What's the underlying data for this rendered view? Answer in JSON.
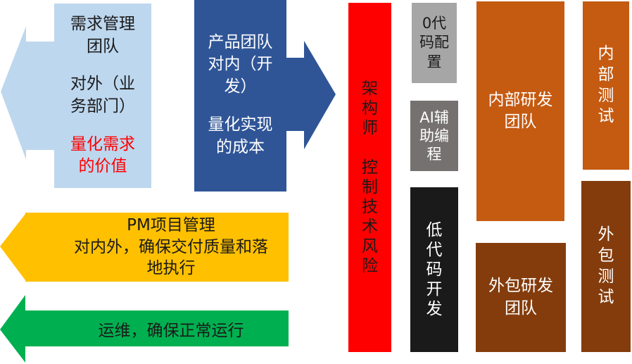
{
  "left_blocks": {
    "demand": {
      "lines": [
        "需求管理",
        "团队",
        "对外（业",
        "务部门）"
      ],
      "highlight_lines": [
        "量化需求",
        "的价值"
      ],
      "fill": "#BDD7EE",
      "highlight_color": "#FF0000"
    },
    "product": {
      "lines": [
        "产品团队",
        "对内（开",
        "发）"
      ],
      "lines2": [
        "量化实现",
        "的成本"
      ],
      "fill": "#2F5597"
    },
    "pm": {
      "lines": [
        "PM项目管理",
        "对内外，确保交付质量和落",
        "地执行"
      ],
      "fill": "#FFC000"
    },
    "ops": {
      "text": "运维，确保正常运行",
      "fill": "#00B050"
    }
  },
  "architect": {
    "chars": [
      "架",
      "构",
      "师",
      "",
      "控",
      "制",
      "技",
      "术",
      "风",
      "险"
    ],
    "fill": "#FF0000"
  },
  "tools": {
    "zero_code": {
      "lines": [
        "0代",
        "码配",
        "置"
      ],
      "fill": "#A6A6A6"
    },
    "ai_coding": {
      "lines": [
        "AI辅",
        "助编",
        "程"
      ],
      "fill": "#767171"
    },
    "low_code": {
      "chars": [
        "低",
        "代",
        "码",
        "开",
        "发"
      ],
      "fill": "#1A1A1A"
    }
  },
  "teams": {
    "internal_dev": {
      "lines": [
        "内部研发",
        "团队"
      ],
      "fill": "#C55A11"
    },
    "outsource_dev": {
      "lines": [
        "外包研发",
        "团队"
      ],
      "fill": "#843C0C"
    },
    "internal_test": {
      "chars": [
        "内",
        "部",
        "测",
        "试"
      ],
      "fill": "#C55A11"
    },
    "outsource_test": {
      "chars": [
        "外",
        "包",
        "测",
        "试"
      ],
      "fill": "#843C0C"
    }
  }
}
